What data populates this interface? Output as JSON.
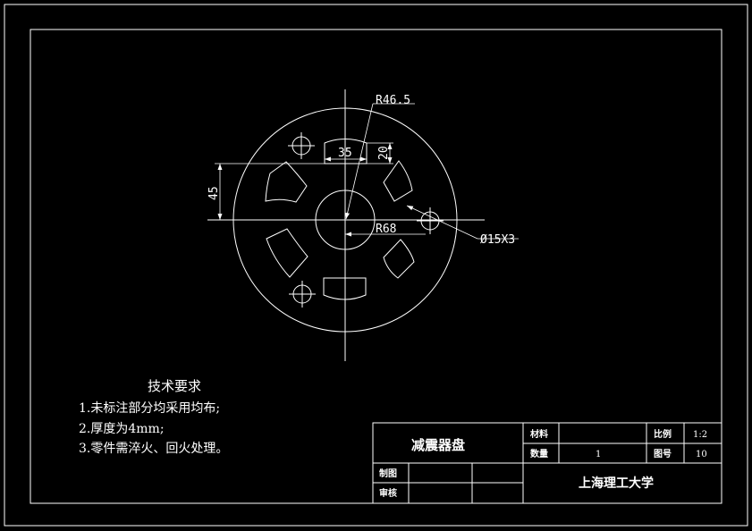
{
  "drawing": {
    "dimensions": {
      "r_inner_arc": "R46.5",
      "slot_width": "35",
      "slot_height": "20",
      "offset": "45",
      "r_outer": "R68",
      "holes": "Ø15X3"
    },
    "notes": {
      "heading": "技术要求",
      "items": [
        "1.未标注部分均采用均布;",
        "2.厚度为4mm;",
        "3.零件需淬火、回火处理。"
      ]
    },
    "title_block": {
      "part_name": "减震器盘",
      "material_label": "材料",
      "material_value": "",
      "quantity_label": "数量",
      "quantity_value": "1",
      "scale_label": "比例",
      "scale_value": "1:2",
      "drawing_no_label": "图号",
      "drawing_no_value": "10",
      "drawn_label": "制图",
      "checked_label": "审核",
      "school": "上海理工大学"
    }
  }
}
